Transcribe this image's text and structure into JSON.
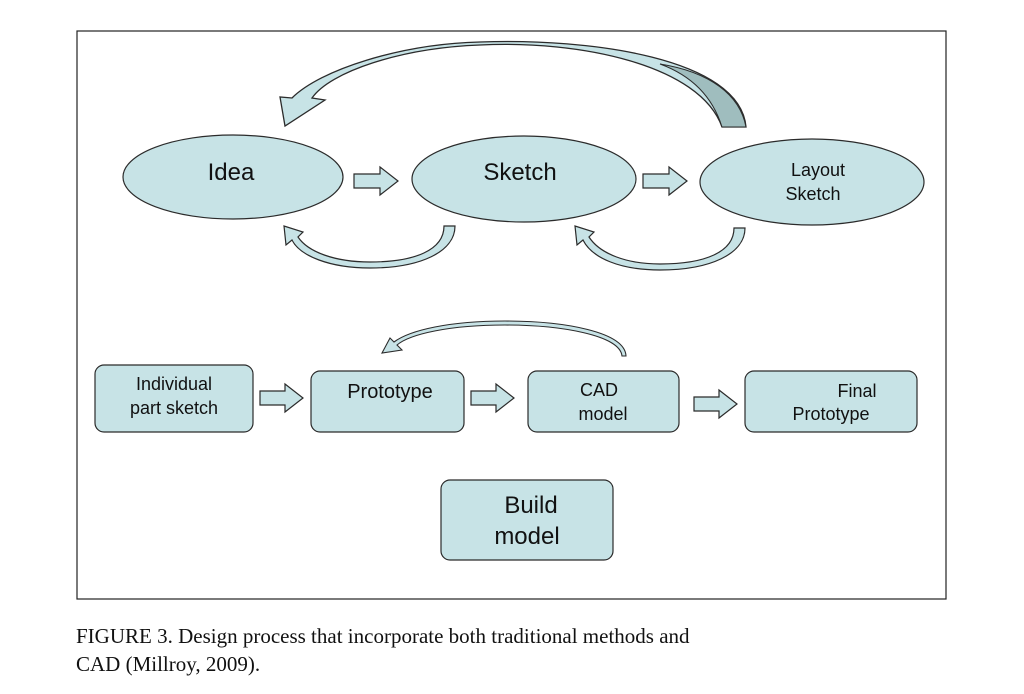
{
  "colors": {
    "fill": "#c7e3e6",
    "stroke": "#2b2b2b",
    "loop_shade": "#9fbdbe",
    "frame": "#222222"
  },
  "nodes": {
    "idea": "Idea",
    "sketch": "Sketch",
    "layout_sketch": [
      "Layout",
      "Sketch"
    ],
    "individual_part_sketch": [
      "Individual",
      "part sketch"
    ],
    "prototype": "Prototype",
    "cad_model": [
      "CAD",
      "model"
    ],
    "final_prototype": [
      "Final",
      "Prototype"
    ],
    "build_model": [
      "Build",
      "model"
    ]
  },
  "caption": {
    "line1": "FIGURE 3.  Design process that incorporate both traditional methods and",
    "line2": "CAD (Millroy, 2009)."
  }
}
